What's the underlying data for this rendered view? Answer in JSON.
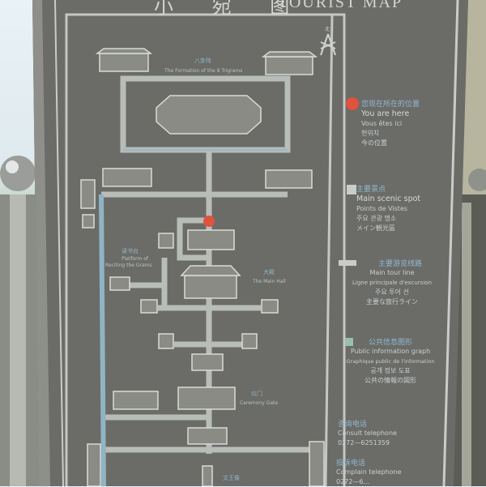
{
  "sign": {
    "title_cn": "小 宛 图",
    "title_en": "TOURIST MAP",
    "north_label": "北"
  },
  "map_labels": {
    "trigrams_cn": "八卦阵",
    "trigrams_en": "The Formation of the 8 Trigrams",
    "reading_cn": "读书台",
    "reading_en1": "Platform of",
    "reading_en2": "Reciting the Grams",
    "main_hall_cn": "大殿",
    "main_hall_en": "The Main Hall",
    "gate_cn": "仪门",
    "gate_en": "Ceremony Gate",
    "statue_cn": "文王像"
  },
  "legend": {
    "you_are_here": {
      "cn": "您现在所在的位置",
      "en": "You are here",
      "fr": "Vous êtes ici",
      "ko": "현위치",
      "ja": "今の位置"
    },
    "scenic_spot": {
      "cn": "主要景点",
      "en": "Main scenic spot",
      "fr": "Points de Vistes",
      "ko": "주요 관광 명소",
      "ja": "メイン観光區"
    },
    "tour_line": {
      "cn": "主要游览线路",
      "en": "Main tour line",
      "fr": "Ligne principale d'excursion",
      "ko": "주요 투어 선",
      "ja": "主要な旅行ライン"
    },
    "public_info": {
      "cn": "公共信息图形",
      "en": "Public information graph",
      "fr": "Graphique public de l'information",
      "ko": "공개 정보 도표",
      "ja": "公共の情報の図形"
    },
    "consult": {
      "cn": "咨询电话",
      "en": "Consult telephone",
      "number": "0272—6251359"
    },
    "complain": {
      "cn": "投诉电话",
      "en": "Complain telephone",
      "number": "0272—6..."
    }
  },
  "colors": {
    "stone": "#6a6a66",
    "path": "#b7bcb8",
    "tour_line": "#8fb4c4",
    "you_are_here": "#e0523c"
  }
}
